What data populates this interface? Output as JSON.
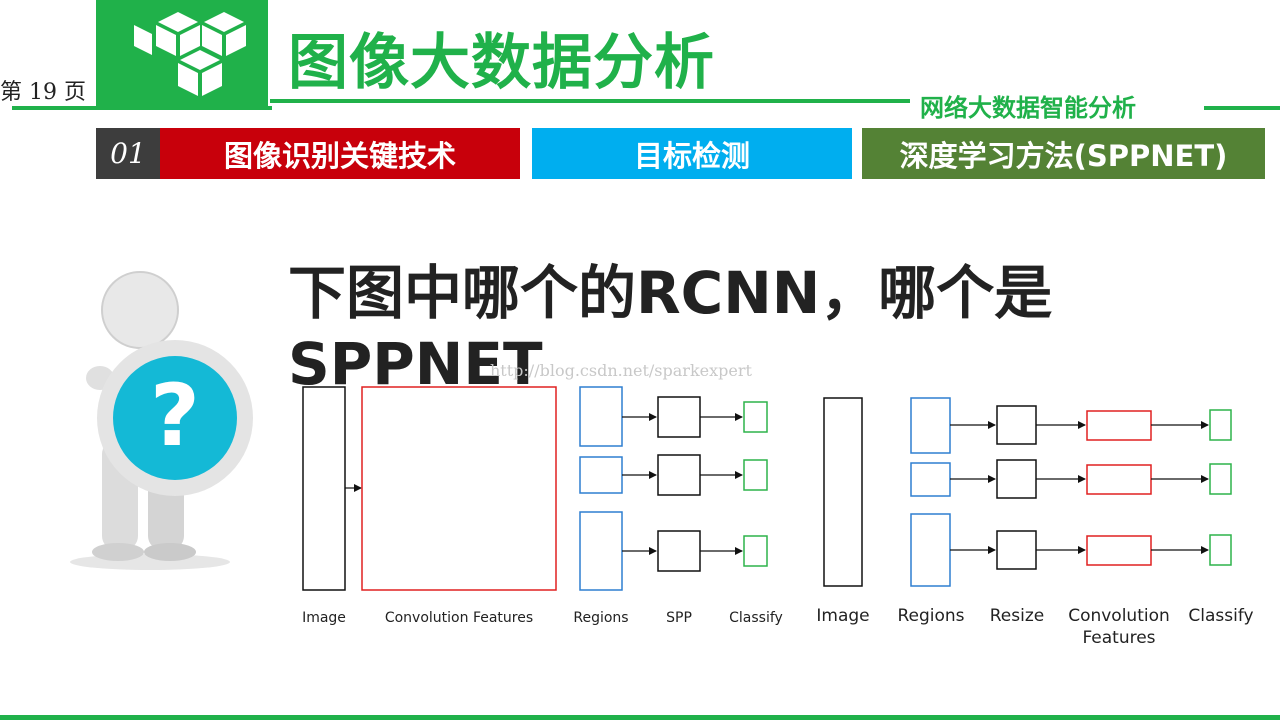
{
  "header": {
    "page_number": "第 19 页",
    "title": "图像大数据分析",
    "subtitle": "网络大数据智能分析"
  },
  "tabs": [
    {
      "label": "01",
      "color": "#3d3d3d"
    },
    {
      "label": "图像识别关键技术",
      "color": "#c8000b"
    },
    {
      "label": "目标检测",
      "color": "#00aeef"
    },
    {
      "label": "深度学习方法(SPPNET)",
      "color": "#548235"
    }
  ],
  "colors": {
    "brand_green": "#20b14a"
  },
  "question": "下图中哪个的RCNN，哪个是SPPNET",
  "watermark": "http://blog.csdn.net/sparkexpert",
  "illustration": {
    "icon": "person-holding-question-mark-icon"
  },
  "diagram_left": {
    "labels": [
      "Image",
      "Convolution Features",
      "Regions",
      "SPP",
      "Classify"
    ]
  },
  "diagram_right": {
    "labels": [
      "Image",
      "Regions",
      "Resize",
      "Convolution",
      "Features",
      "Classify"
    ]
  }
}
